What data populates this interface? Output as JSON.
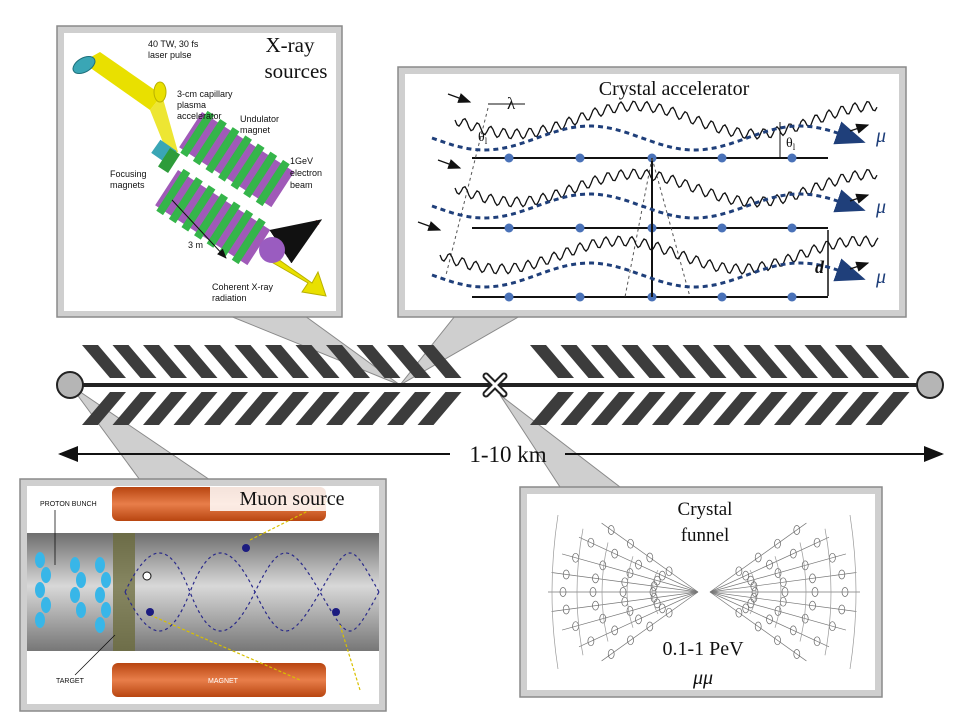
{
  "diagram": {
    "scale_label": "1-10 km",
    "panels": {
      "xray": {
        "title_line1": "X-ray",
        "title_line2": "sources",
        "labels": {
          "laser_line1": "40 TW, 30 fs",
          "laser_line2": "laser pulse",
          "capillary_line1": "3-cm capillary",
          "capillary_line2": "plasma",
          "capillary_line3": "accelerator",
          "undulator_line1": "Undulator",
          "undulator_line2": "magnet",
          "focusing_line1": "Focusing",
          "focusing_line2": "magnets",
          "beam_line1": "1GeV",
          "beam_line2": "electron",
          "beam_line3": "beam",
          "length": "3 m",
          "coherent_line1": "Coherent X-ray",
          "coherent_line2": "radiation"
        }
      },
      "crystal_accelerator": {
        "title": "Crystal accelerator",
        "lambda": "λ",
        "theta1": "θ",
        "theta1_sub": "l",
        "theta2": "θ",
        "theta2_sub": "l",
        "d": "d",
        "mu": "μ"
      },
      "muon_source": {
        "title": "Muon source",
        "proton_bunch": "PROTON BUNCH",
        "target": "TARGET",
        "magnet": "MAGNET"
      },
      "crystal_funnel": {
        "title_line1": "Crystal",
        "title_line2": "funnel",
        "energy": "0.1-1 PeV",
        "particles": "μμ"
      }
    },
    "colors": {
      "panel_fill": "#cfcfcf",
      "panel_stroke": "#7a7a7a",
      "fin_fill": "#3c3c3c",
      "beam_blue": "#1f3f7a",
      "node_blue": "#4a72b8",
      "undulator_green": "#35b54a",
      "undulator_purple": "#a05ab8",
      "laser_yellow": "#e9e000",
      "magnet_orange": "#d9642b"
    }
  }
}
